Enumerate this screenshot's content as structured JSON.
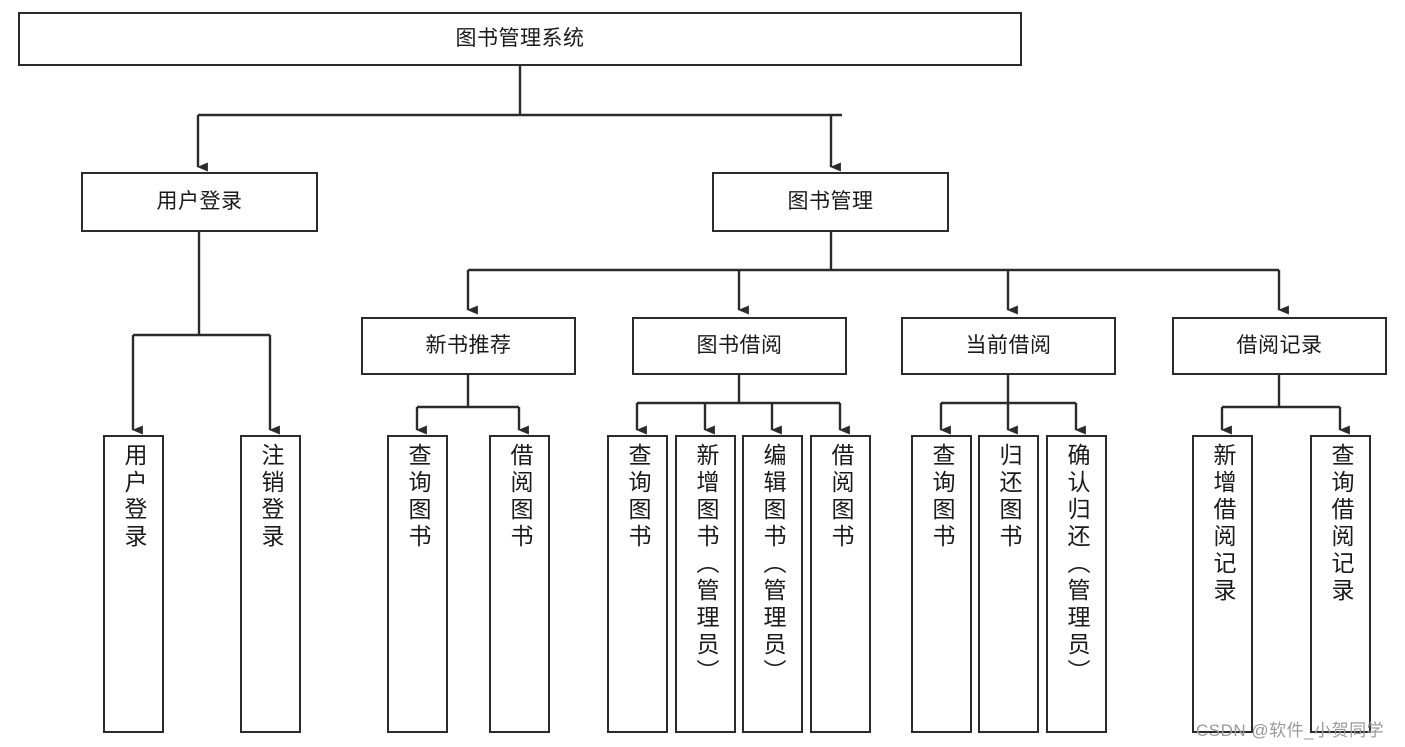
{
  "diagram": {
    "type": "tree",
    "title": "图书管理系统",
    "orientation": "top-down",
    "background_color": "#ffffff",
    "node_border_color": "#2b2b2b",
    "node_fill_color": "#ffffff",
    "connector_color": "#2b2b2b",
    "text_color": "#1a1a1a"
  },
  "nodes": {
    "root": {
      "label": "图书管理系统"
    },
    "level2": [
      {
        "label": "用户登录"
      },
      {
        "label": "图书管理"
      }
    ],
    "level3": [
      {
        "label": "新书推荐"
      },
      {
        "label": "图书借阅"
      },
      {
        "label": "当前借阅"
      },
      {
        "label": "借阅记录"
      }
    ],
    "leaves": {
      "user_login": [
        {
          "label": "用户登录"
        },
        {
          "label": "注销登录"
        }
      ],
      "new_book": [
        {
          "label": "查询图书"
        },
        {
          "label": "借阅图书"
        }
      ],
      "book_borrow": [
        {
          "label": "查询图书"
        },
        {
          "label": "新增图书（管理员）"
        },
        {
          "label": "编辑图书（管理员）"
        },
        {
          "label": "借阅图书"
        }
      ],
      "current_borrow": [
        {
          "label": "查询图书"
        },
        {
          "label": "归还图书"
        },
        {
          "label": "确认归还（管理员）"
        }
      ],
      "borrow_record": [
        {
          "label": "新增借阅记录"
        },
        {
          "label": "查询借阅记录"
        }
      ]
    }
  },
  "watermark": {
    "text": "CSDN @软件_小贺同学"
  }
}
